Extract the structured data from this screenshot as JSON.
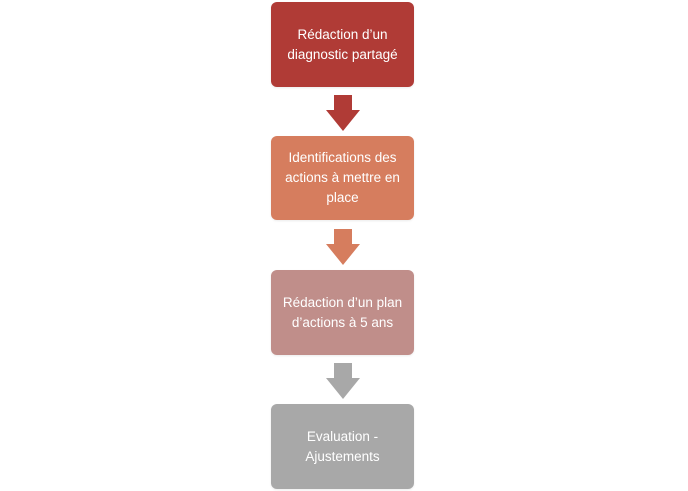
{
  "steps": [
    {
      "label": "Rédaction d’un diagnostic partagé",
      "color": "#b03b36"
    },
    {
      "label": "Identifications des actions à mettre en place",
      "color": "#d67d5e"
    },
    {
      "label": "Rédaction d’un plan d’actions à 5 ans",
      "color": "#c08e8a"
    },
    {
      "label": "Evaluation - Ajustements",
      "color": "#a8a8a8"
    }
  ],
  "arrows": [
    {
      "icon": "arrow-down-icon",
      "color": "#b03b36"
    },
    {
      "icon": "arrow-down-icon",
      "color": "#d67d5e"
    },
    {
      "icon": "arrow-down-icon",
      "color": "#a8a8a8"
    }
  ]
}
